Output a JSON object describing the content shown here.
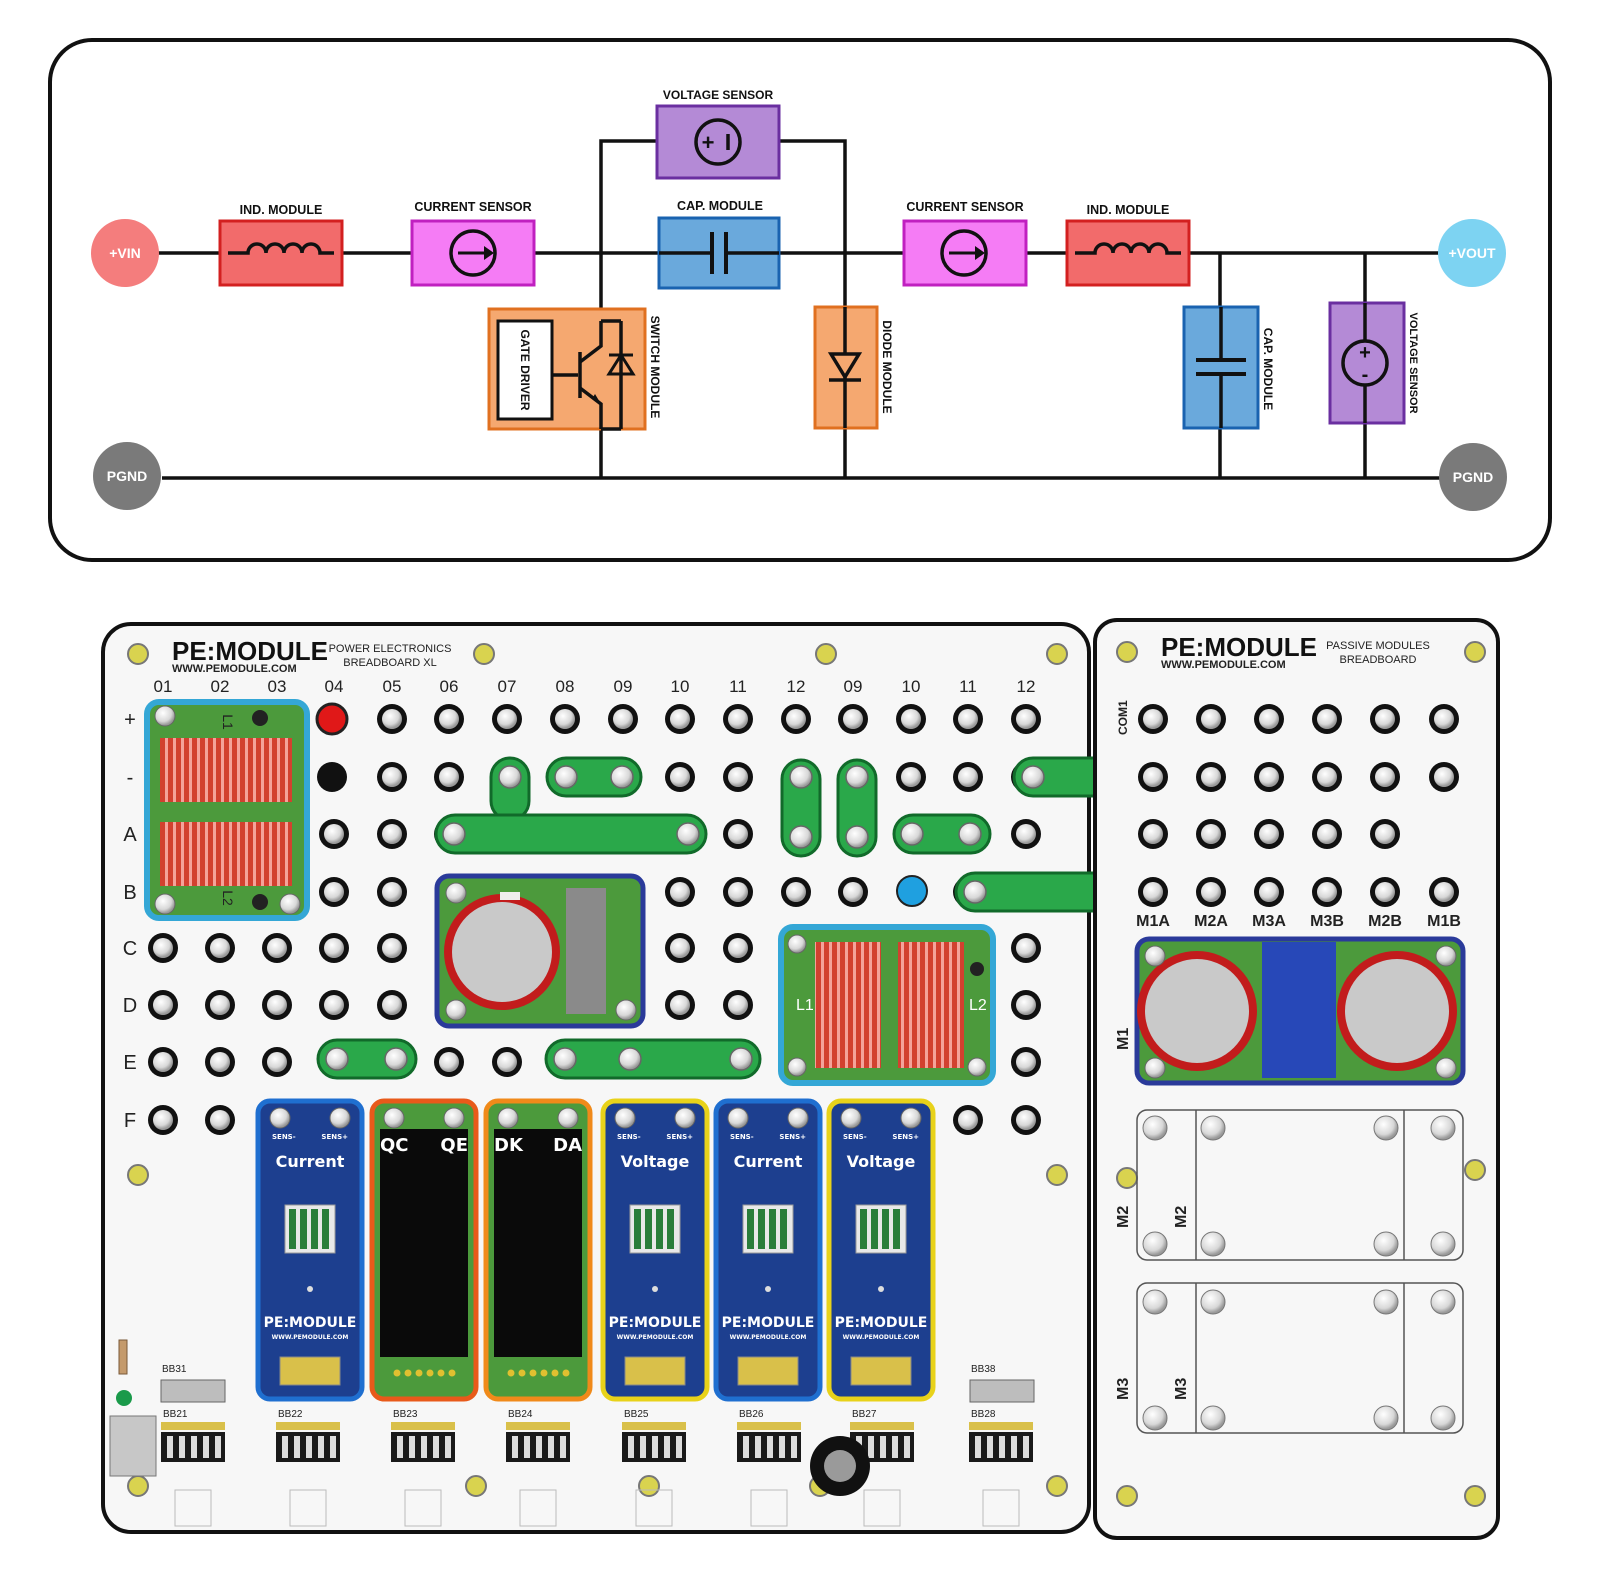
{
  "schematic": {
    "terminals": {
      "vin": "+VIN",
      "vout": "+VOUT",
      "pgnd_left": "PGND",
      "pgnd_right": "PGND"
    },
    "labels": {
      "ind_module_1": "IND. MODULE",
      "current_sensor_1": "CURRENT SENSOR",
      "voltage_sensor_top": "VOLTAGE SENSOR",
      "cap_module_series": "CAP. MODULE",
      "current_sensor_2": "CURRENT SENSOR",
      "ind_module_2": "IND. MODULE",
      "gate_driver": "GATE DRIVER",
      "switch_module": "SWITCH MODULE",
      "diode_module": "DIODE MODULE",
      "cap_module_out": "CAP. MODULE",
      "voltage_sensor_out": "VOLTAGE SENSOR"
    },
    "colors": {
      "inductor": "#f26b6b",
      "current_sensor": "#f57cf5",
      "voltage_sensor": "#b48ad6",
      "capacitor": "#6aa9dc",
      "switch_diode": "#f5a870",
      "vin": "#f47d7d",
      "vout": "#7dd3f2",
      "pgnd": "#7a7a7a"
    }
  },
  "breadboard_xl": {
    "brand": "PE:MODULE",
    "url": "WWW.PEMODULE.COM",
    "subtitle_1": "POWER ELECTRONICS",
    "subtitle_2": "BREADBOARD XL",
    "columns": [
      "01",
      "02",
      "03",
      "04",
      "05",
      "06",
      "07",
      "08",
      "09",
      "10",
      "11",
      "12",
      "09",
      "10",
      "11",
      "12"
    ],
    "rows": [
      "+",
      "-",
      "A",
      "B",
      "C",
      "D",
      "E",
      "F"
    ],
    "inductor_labels": {
      "l1": "L1",
      "l2": "L2"
    },
    "modules": [
      {
        "title": "Current",
        "pin1": "SENS-",
        "pin2": "SENS+",
        "brand": "PE:MODULE",
        "url": "WWW.PEMODULE.COM"
      },
      {
        "title": "",
        "pin1": "QC",
        "pin2": "QE",
        "brand": "",
        "url": ""
      },
      {
        "title": "",
        "pin1": "DK",
        "pin2": "DA",
        "brand": "",
        "url": ""
      },
      {
        "title": "Voltage",
        "pin1": "SENS-",
        "pin2": "SENS+",
        "brand": "PE:MODULE",
        "url": "WWW.PEMODULE.COM"
      },
      {
        "title": "Current",
        "pin1": "SENS-",
        "pin2": "SENS+",
        "brand": "PE:MODULE",
        "url": "WWW.PEMODULE.COM"
      },
      {
        "title": "Voltage",
        "pin1": "SENS-",
        "pin2": "SENS+",
        "brand": "PE:MODULE",
        "url": "WWW.PEMODULE.COM"
      }
    ],
    "connectors": [
      "BB31",
      "BB21",
      "BB22",
      "BB23",
      "BB24",
      "BB25",
      "BB26",
      "BB27",
      "BB38",
      "BB28"
    ],
    "colors": {
      "green_link": "#2aa84a",
      "red_hole": "#e01818",
      "blue_hole": "#1fa0e0",
      "module_blue": "#1d3f8f"
    }
  },
  "passive_board": {
    "brand": "PE:MODULE",
    "url": "WWW.PEMODULE.COM",
    "subtitle_1": "PASSIVE MODULES",
    "subtitle_2": "BREADBOARD",
    "com_label": "COM1",
    "pin_labels": [
      "M1A",
      "M2A",
      "M3A",
      "M3B",
      "M2B",
      "M1B"
    ],
    "slot_labels": [
      "M1",
      "M2",
      "M2",
      "M3",
      "M3"
    ]
  }
}
